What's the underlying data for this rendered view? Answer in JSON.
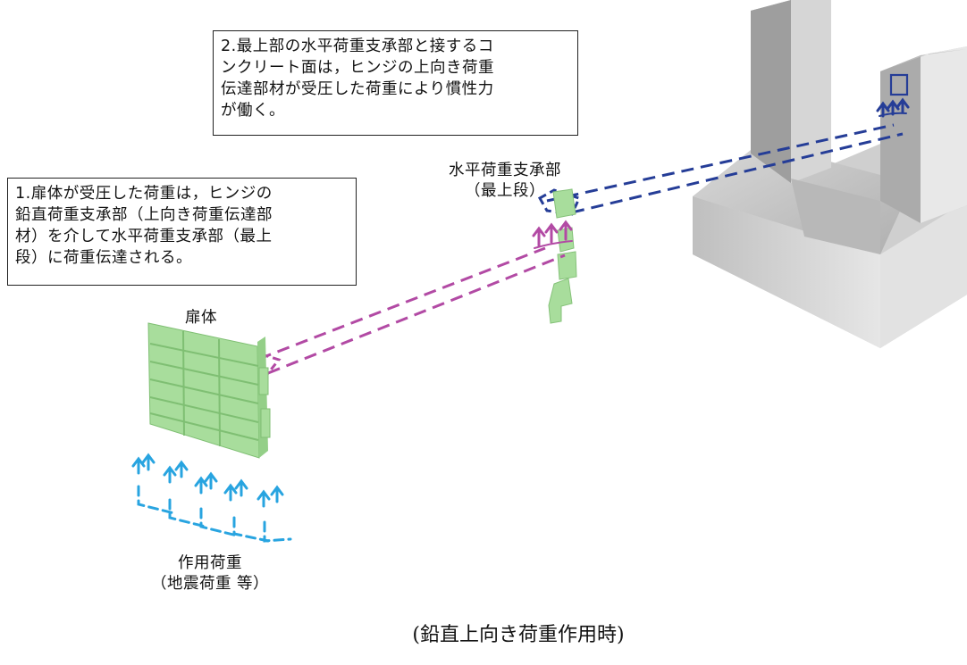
{
  "note1": {
    "lines": [
      "1.扉体が受圧した荷重は，ヒンジの",
      "鉛直荷重支承部（上向き荷重伝達部",
      "材）を介して水平荷重支承部（最上",
      "段）に荷重伝達される。"
    ]
  },
  "note2": {
    "lines": [
      "2.最上部の水平荷重支承部と接するコ",
      "ンクリート面は，ヒンジの上向き荷重",
      "伝達部材が受圧した荷重により慣性力",
      "が働く。"
    ]
  },
  "labels": {
    "horizontal_support": [
      "水平荷重支承部",
      "（最上段）"
    ],
    "door_body": "扉体",
    "acting_load": [
      "作用荷重",
      "（地震荷重 等）"
    ]
  },
  "caption": "(鉛直上向き荷重作用時)",
  "colors": {
    "door_green": "#a8dd9c",
    "concrete_gray": "#c9c9c9",
    "path_magenta": "#b24aa4",
    "path_navy": "#253d97",
    "load_cyan": "#28a4e0"
  }
}
